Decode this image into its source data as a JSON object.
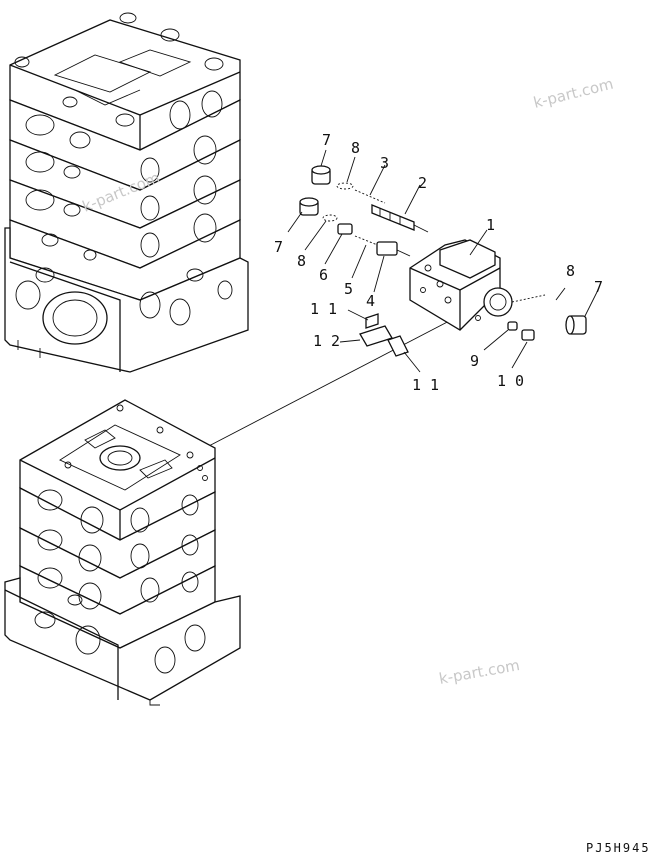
{
  "diagram": {
    "watermarks": [
      "k-part.com",
      "k-part.com",
      "k-part.com"
    ],
    "drawing_code": "PJ5H945",
    "part_labels": [
      {
        "id": "p7a",
        "text": "7"
      },
      {
        "id": "p8a",
        "text": "8"
      },
      {
        "id": "p3",
        "text": "3"
      },
      {
        "id": "p2",
        "text": "2"
      },
      {
        "id": "p1",
        "text": "1"
      },
      {
        "id": "p7b",
        "text": "7"
      },
      {
        "id": "p8b",
        "text": "8"
      },
      {
        "id": "p6",
        "text": "6"
      },
      {
        "id": "p5",
        "text": "5"
      },
      {
        "id": "p4",
        "text": "4"
      },
      {
        "id": "p11a",
        "text": "1 1"
      },
      {
        "id": "p12",
        "text": "1 2"
      },
      {
        "id": "p11b",
        "text": "1 1"
      },
      {
        "id": "p8c",
        "text": "8"
      },
      {
        "id": "p7c",
        "text": "7"
      },
      {
        "id": "p9",
        "text": "9"
      },
      {
        "id": "p10",
        "text": "1 0"
      }
    ]
  }
}
